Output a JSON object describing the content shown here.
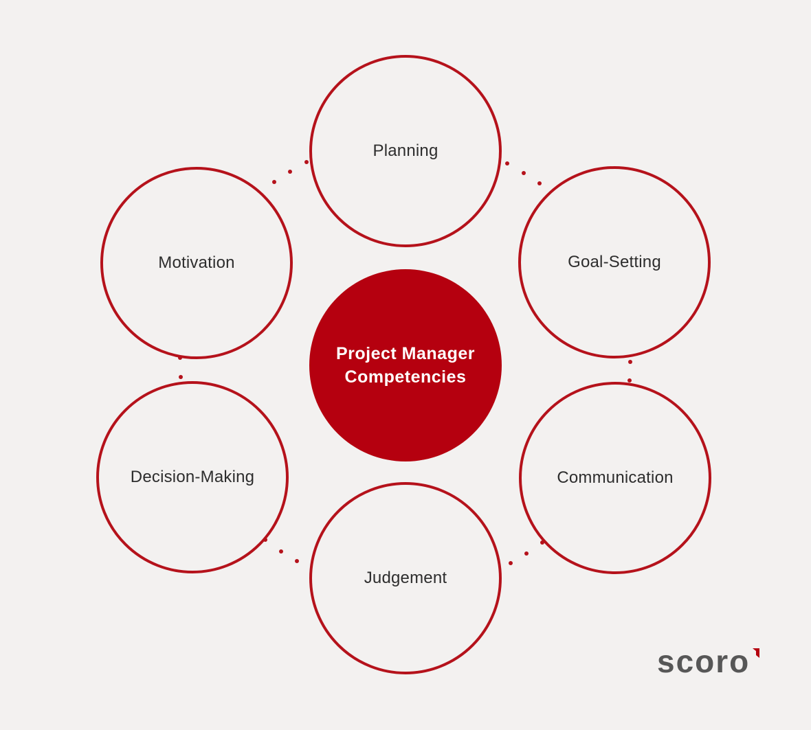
{
  "diagram": {
    "center": {
      "line1": "Project Manager",
      "line2": "Competencies"
    },
    "nodes": [
      {
        "key": "planning",
        "label": "Planning"
      },
      {
        "key": "goal-setting",
        "label": "Goal-Setting"
      },
      {
        "key": "communication",
        "label": "Communication"
      },
      {
        "key": "judgement",
        "label": "Judgement"
      },
      {
        "key": "decision-making",
        "label": "Decision-Making"
      },
      {
        "key": "motivation",
        "label": "Motivation"
      }
    ]
  },
  "logo": {
    "wordmark": "scoro"
  },
  "colors": {
    "accent": "#b5000f",
    "ring": "#b5121b",
    "background": "#f3f1f0",
    "text": "#2d2d2d",
    "logo_text": "#575757"
  }
}
